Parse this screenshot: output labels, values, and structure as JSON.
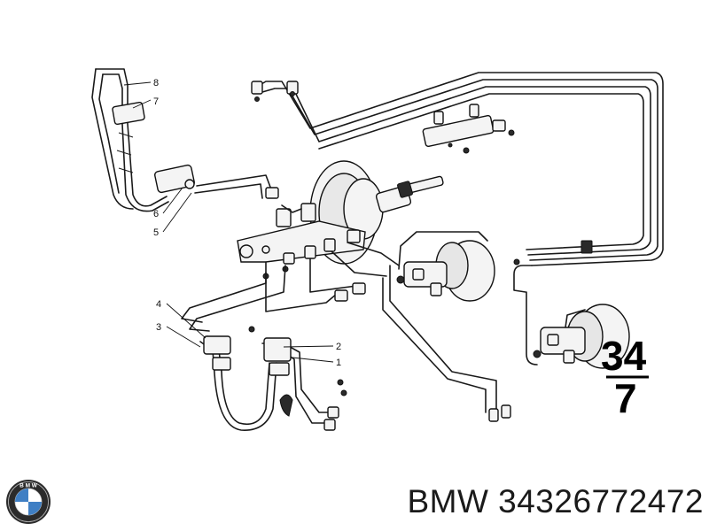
{
  "diagram": {
    "callouts": [
      {
        "id": "c8",
        "label": "8"
      },
      {
        "id": "c7",
        "label": "7"
      },
      {
        "id": "c6",
        "label": "6"
      },
      {
        "id": "c5",
        "label": "5"
      },
      {
        "id": "c4",
        "label": "4"
      },
      {
        "id": "c3",
        "label": "3"
      },
      {
        "id": "c2",
        "label": "2"
      },
      {
        "id": "c1",
        "label": "1"
      }
    ],
    "group_number_top": "34",
    "group_number_bottom": "7"
  },
  "footer": {
    "logo_icon": "bmw-roundel-icon",
    "caption": "BMW 34326772472"
  }
}
